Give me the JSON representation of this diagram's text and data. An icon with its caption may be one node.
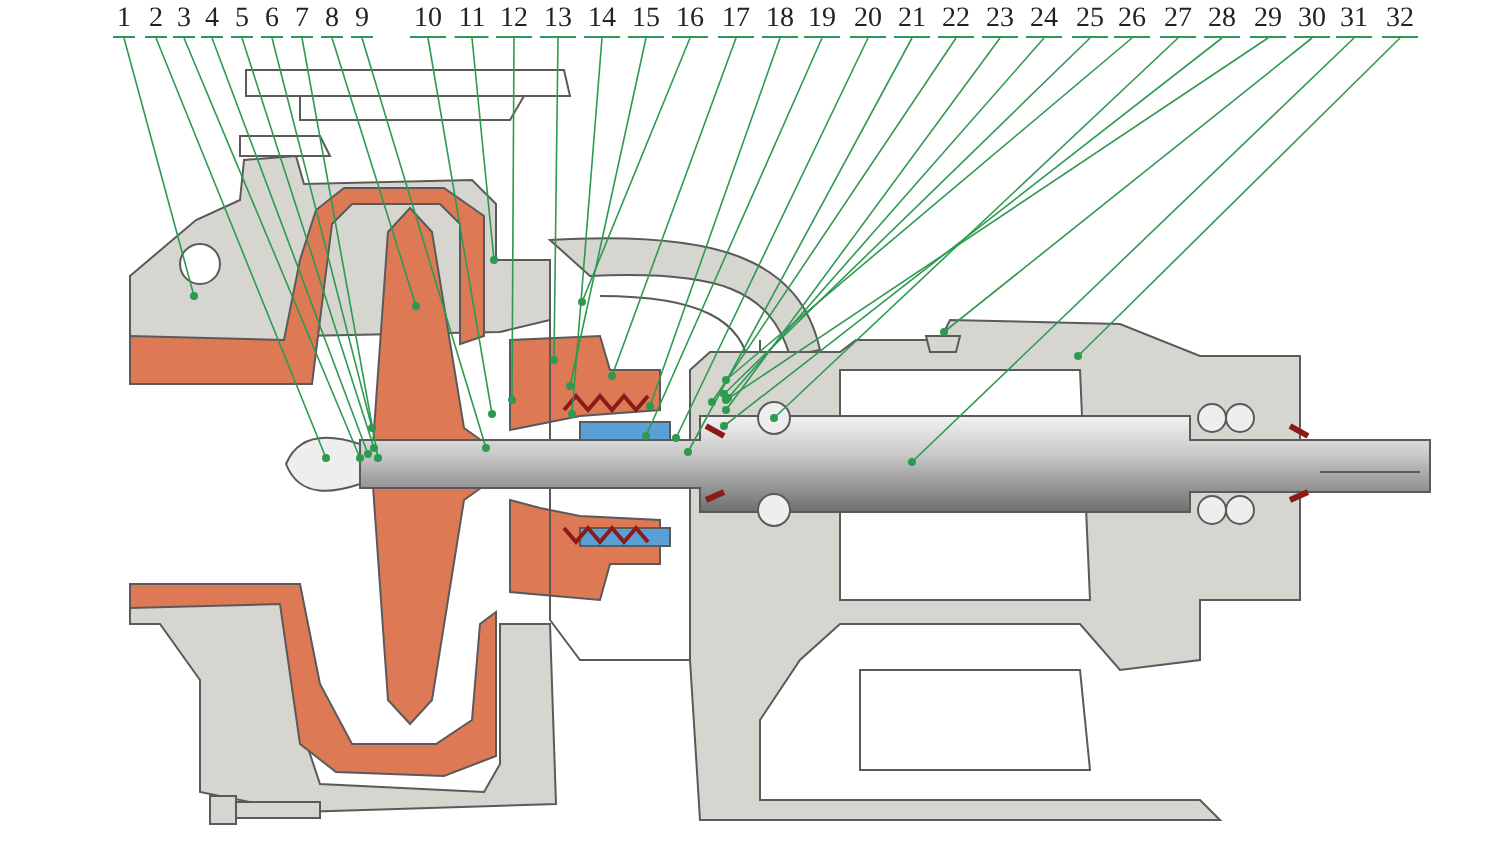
{
  "diagram": {
    "nodes": [
      {
        "text": [
          "1"
        ]
      },
      {
        "text": [
          "2"
        ]
      },
      {
        "text": [
          "3"
        ]
      },
      {
        "text": [
          "4"
        ]
      },
      {
        "text": [
          "5"
        ]
      },
      {
        "text": [
          "6"
        ]
      },
      {
        "text": [
          "7"
        ]
      },
      {
        "text": [
          "8"
        ]
      },
      {
        "text": [
          "9"
        ]
      },
      {
        "text": [
          "10"
        ]
      },
      {
        "text": [
          "11"
        ]
      },
      {
        "text": [
          "12"
        ]
      },
      {
        "text": [
          "13"
        ]
      },
      {
        "text": [
          "14"
        ]
      },
      {
        "text": [
          "15"
        ]
      },
      {
        "text": [
          "16"
        ]
      },
      {
        "text": [
          "17"
        ]
      },
      {
        "text": [
          "18"
        ]
      },
      {
        "text": [
          "19"
        ]
      },
      {
        "text": [
          "20"
        ]
      },
      {
        "text": [
          "21"
        ]
      },
      {
        "text": [
          "22"
        ]
      },
      {
        "text": [
          "23"
        ]
      },
      {
        "text": [
          "24"
        ]
      },
      {
        "text": [
          "25"
        ]
      },
      {
        "text": [
          "26"
        ]
      },
      {
        "text": [
          "27"
        ]
      },
      {
        "text": [
          "28"
        ]
      },
      {
        "text": [
          "29"
        ]
      },
      {
        "text": [
          "30"
        ]
      },
      {
        "text": [
          "31"
        ]
      },
      {
        "text": [
          "32"
        ]
      }
    ],
    "edges": [
      {
        "from": 0,
        "to": null,
        "arrow": "other"
      },
      {
        "from": 1,
        "to": null,
        "arrow": "other"
      },
      {
        "from": 2,
        "to": null,
        "arrow": "other"
      },
      {
        "from": 3,
        "to": null,
        "arrow": "other"
      },
      {
        "from": 4,
        "to": null,
        "arrow": "other"
      },
      {
        "from": 5,
        "to": null,
        "arrow": "other"
      },
      {
        "from": 6,
        "to": null,
        "arrow": "other"
      },
      {
        "from": 7,
        "to": null,
        "arrow": "other"
      },
      {
        "from": 8,
        "to": null,
        "arrow": "other"
      },
      {
        "from": 9,
        "to": null,
        "arrow": "other"
      },
      {
        "from": 10,
        "to": null,
        "arrow": "other"
      },
      {
        "from": 11,
        "to": null,
        "arrow": "other"
      },
      {
        "from": 12,
        "to": null,
        "arrow": "other"
      },
      {
        "from": 13,
        "to": null,
        "arrow": "other"
      },
      {
        "from": 14,
        "to": null,
        "arrow": "other"
      },
      {
        "from": 15,
        "to": null,
        "arrow": "other"
      },
      {
        "from": 16,
        "to": null,
        "arrow": "other"
      },
      {
        "from": 17,
        "to": null,
        "arrow": "other"
      },
      {
        "from": 18,
        "to": null,
        "arrow": "other"
      },
      {
        "from": 19,
        "to": null,
        "arrow": "other"
      },
      {
        "from": 20,
        "to": null,
        "arrow": "other"
      },
      {
        "from": 21,
        "to": null,
        "arrow": "other"
      },
      {
        "from": 22,
        "to": null,
        "arrow": "other"
      },
      {
        "from": 23,
        "to": null,
        "arrow": "other"
      },
      {
        "from": 24,
        "to": null,
        "arrow": "other"
      },
      {
        "from": 25,
        "to": null,
        "arrow": "other"
      },
      {
        "from": 26,
        "to": null,
        "arrow": "other"
      },
      {
        "from": 27,
        "to": null,
        "arrow": "other"
      },
      {
        "from": 28,
        "to": null,
        "arrow": "other"
      },
      {
        "from": 29,
        "to": null,
        "arrow": "other"
      },
      {
        "from": 30,
        "to": null,
        "arrow": "other"
      },
      {
        "from": 31,
        "to": null,
        "arrow": "other"
      }
    ]
  }
}
